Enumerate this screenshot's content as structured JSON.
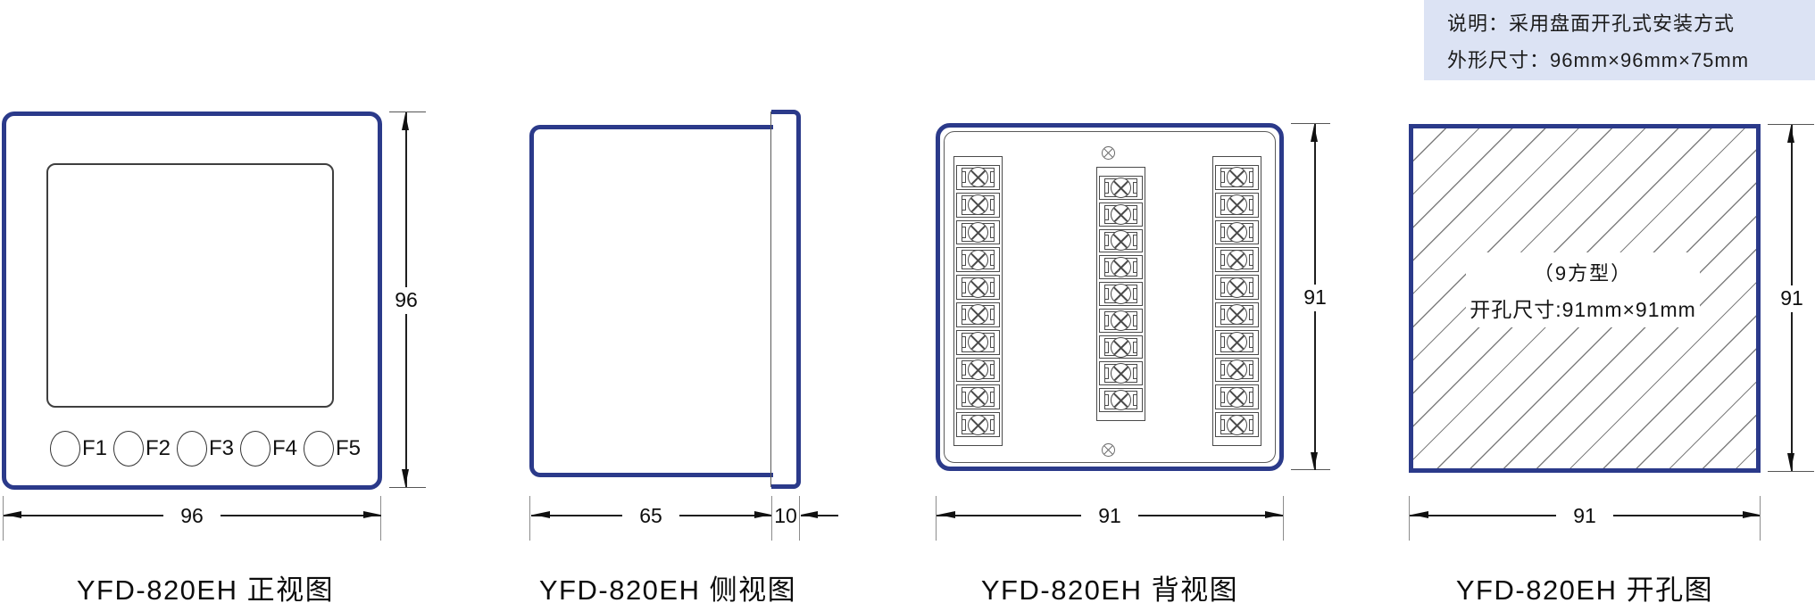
{
  "note": {
    "line1": "说明：采用盘面开孔式安装方式",
    "line2": "外形尺寸：96mm×96mm×75mm"
  },
  "views": {
    "front": {
      "caption": "YFD-820EH 正视图",
      "buttons": [
        "F1",
        "F2",
        "F3",
        "F4",
        "F5"
      ],
      "dim_width": "96",
      "dim_height": "96"
    },
    "side": {
      "caption": "YFD-820EH 侧视图",
      "dim_body_depth": "65",
      "dim_flange_depth": "10"
    },
    "back": {
      "caption": "YFD-820EH 背视图",
      "dim_width": "91",
      "dim_height": "91",
      "terminal_columns": [
        10,
        9,
        10
      ]
    },
    "cutout": {
      "caption": "YFD-820EH 开孔图",
      "dim_width": "91",
      "dim_height": "91",
      "label_line1": "（9方型）",
      "label_line2": "开孔尺寸:91mm×91mm"
    }
  },
  "colors": {
    "panel_blue": "#2b3a8a",
    "note_bg": "#dce3f4",
    "hatch_line": "#7f7f7f",
    "terminal_line": "#4a4a4a"
  }
}
